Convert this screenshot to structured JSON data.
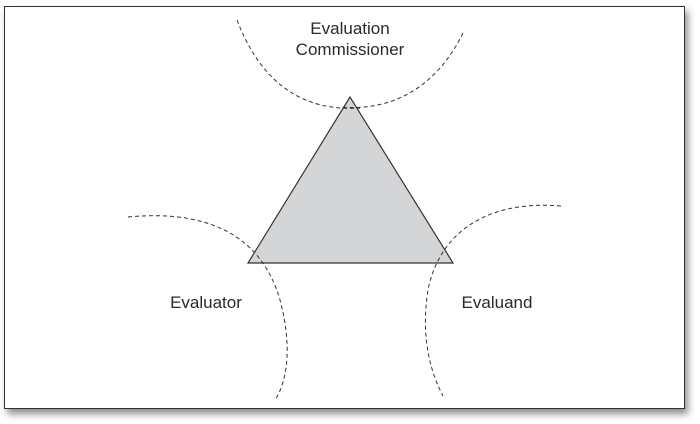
{
  "labels": {
    "top_line1": "Evaluation",
    "top_line2": "Commissioner",
    "left": "Evaluator",
    "right": "Evaluand"
  },
  "colors": {
    "triangle_fill": "#d4d5d7",
    "stroke": "#333333"
  }
}
